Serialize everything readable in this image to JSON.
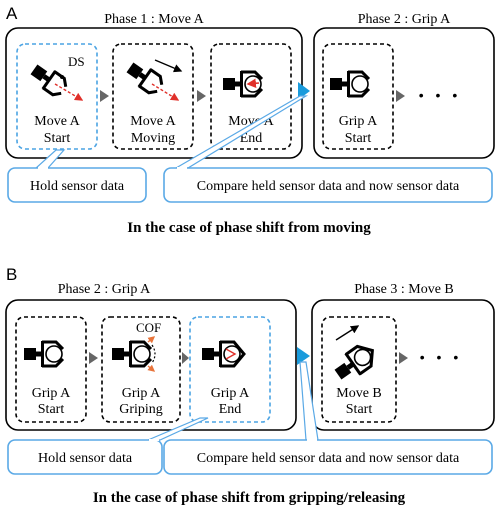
{
  "panel_a": {
    "letter": "A",
    "phase_left_title": "Phase 1 : Move A",
    "phase_right_title": "Phase  2 : Grip A",
    "ds_label": "DS",
    "steps": [
      {
        "line1": "Move A",
        "line2": "Start"
      },
      {
        "line1": "Move A",
        "line2": "Moving"
      },
      {
        "line1": "Move A",
        "line2": "End"
      },
      {
        "line1": "Grip A",
        "line2": "Start"
      }
    ],
    "ellipsis": "• • •",
    "callout_left": "Hold sensor data",
    "callout_right": "Compare held sensor data and now sensor data",
    "caption": "In the case of phase shift from moving"
  },
  "panel_b": {
    "letter": "B",
    "phase_left_title": "Phase 2 : Grip A",
    "phase_right_title": "Phase 3 : Move B",
    "cof_label": "COF",
    "steps": [
      {
        "line1": "Grip A",
        "line2": "Start"
      },
      {
        "line1": "Grip A",
        "line2": "Griping"
      },
      {
        "line1": "Grip A",
        "line2": "End"
      },
      {
        "line1": "Move B",
        "line2": "Start"
      }
    ],
    "ellipsis": "• • •",
    "callout_left": "Hold sensor data",
    "callout_right": "Compare held sensor data and now sensor data",
    "caption": "In the case of phase shift from gripping/releasing"
  },
  "colors": {
    "accent_blue": "#1a9bdc",
    "callout_border": "#5aa9e6",
    "arrow_red": "#e0302a",
    "cof_orange": "#e8743b",
    "chevron_gray": "#666666"
  }
}
